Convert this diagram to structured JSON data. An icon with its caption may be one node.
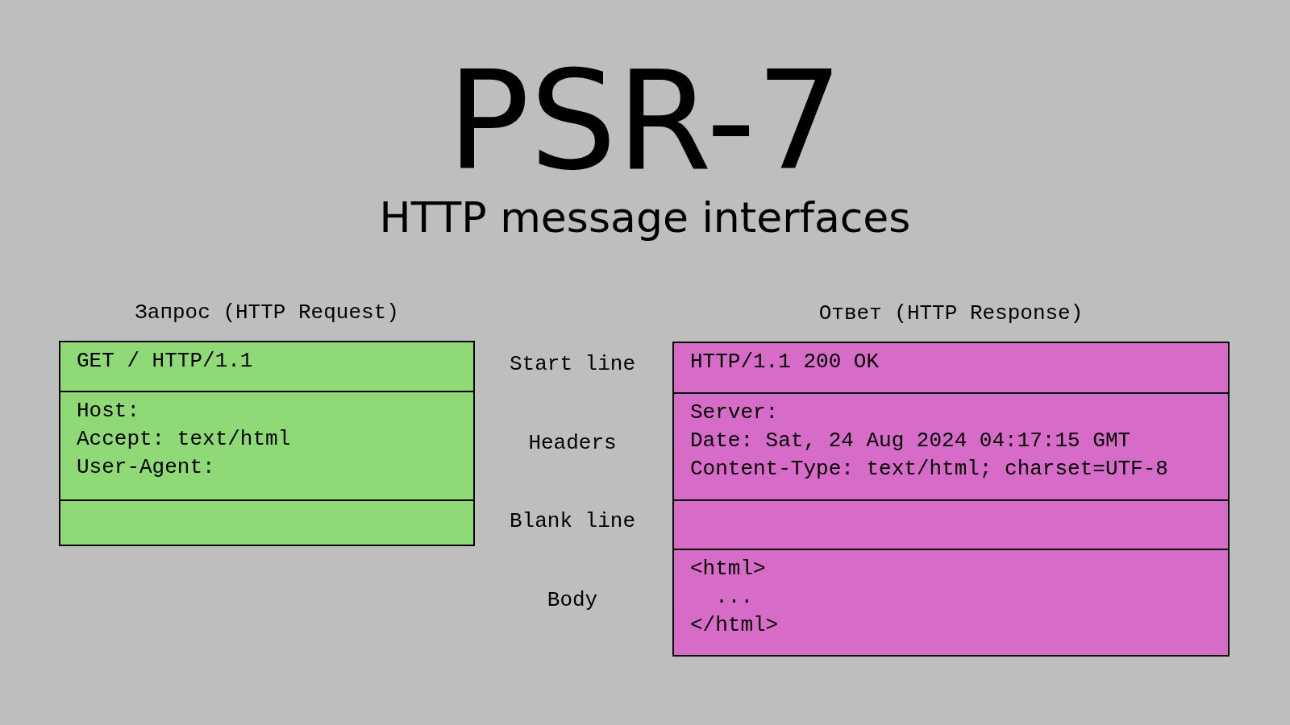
{
  "diagram": {
    "title": "PSR-7",
    "caption": "HTTP message interfaces",
    "nodes": [
      {
        "text": [
          "Запрос (HTTP Request)"
        ]
      },
      {
        "text": [
          "GET / HTTP/1.1"
        ],
        "in": 0
      },
      {
        "text": [
          "Host:",
          "Accept: text/html",
          "User-Agent:"
        ],
        "in": 0
      },
      {
        "text": [],
        "shape": "box",
        "in": 0
      },
      {
        "text": [
          "Ответ (HTTP Response)"
        ]
      },
      {
        "text": [
          "HTTP/1.1 200 OK"
        ],
        "in": 4
      },
      {
        "text": [
          "Server:",
          "Date: Sat, 24 Aug 2024 04:17:15 GMT",
          "Content-Type: text/html; charset=UTF-8"
        ],
        "in": 4
      },
      {
        "text": [],
        "shape": "box",
        "in": 4
      },
      {
        "text": [
          "<html>",
          "...",
          "</html>"
        ],
        "in": 4
      }
    ],
    "edges": [],
    "labels": [
      "Start line",
      "Headers",
      "Blank line",
      "Body"
    ]
  }
}
